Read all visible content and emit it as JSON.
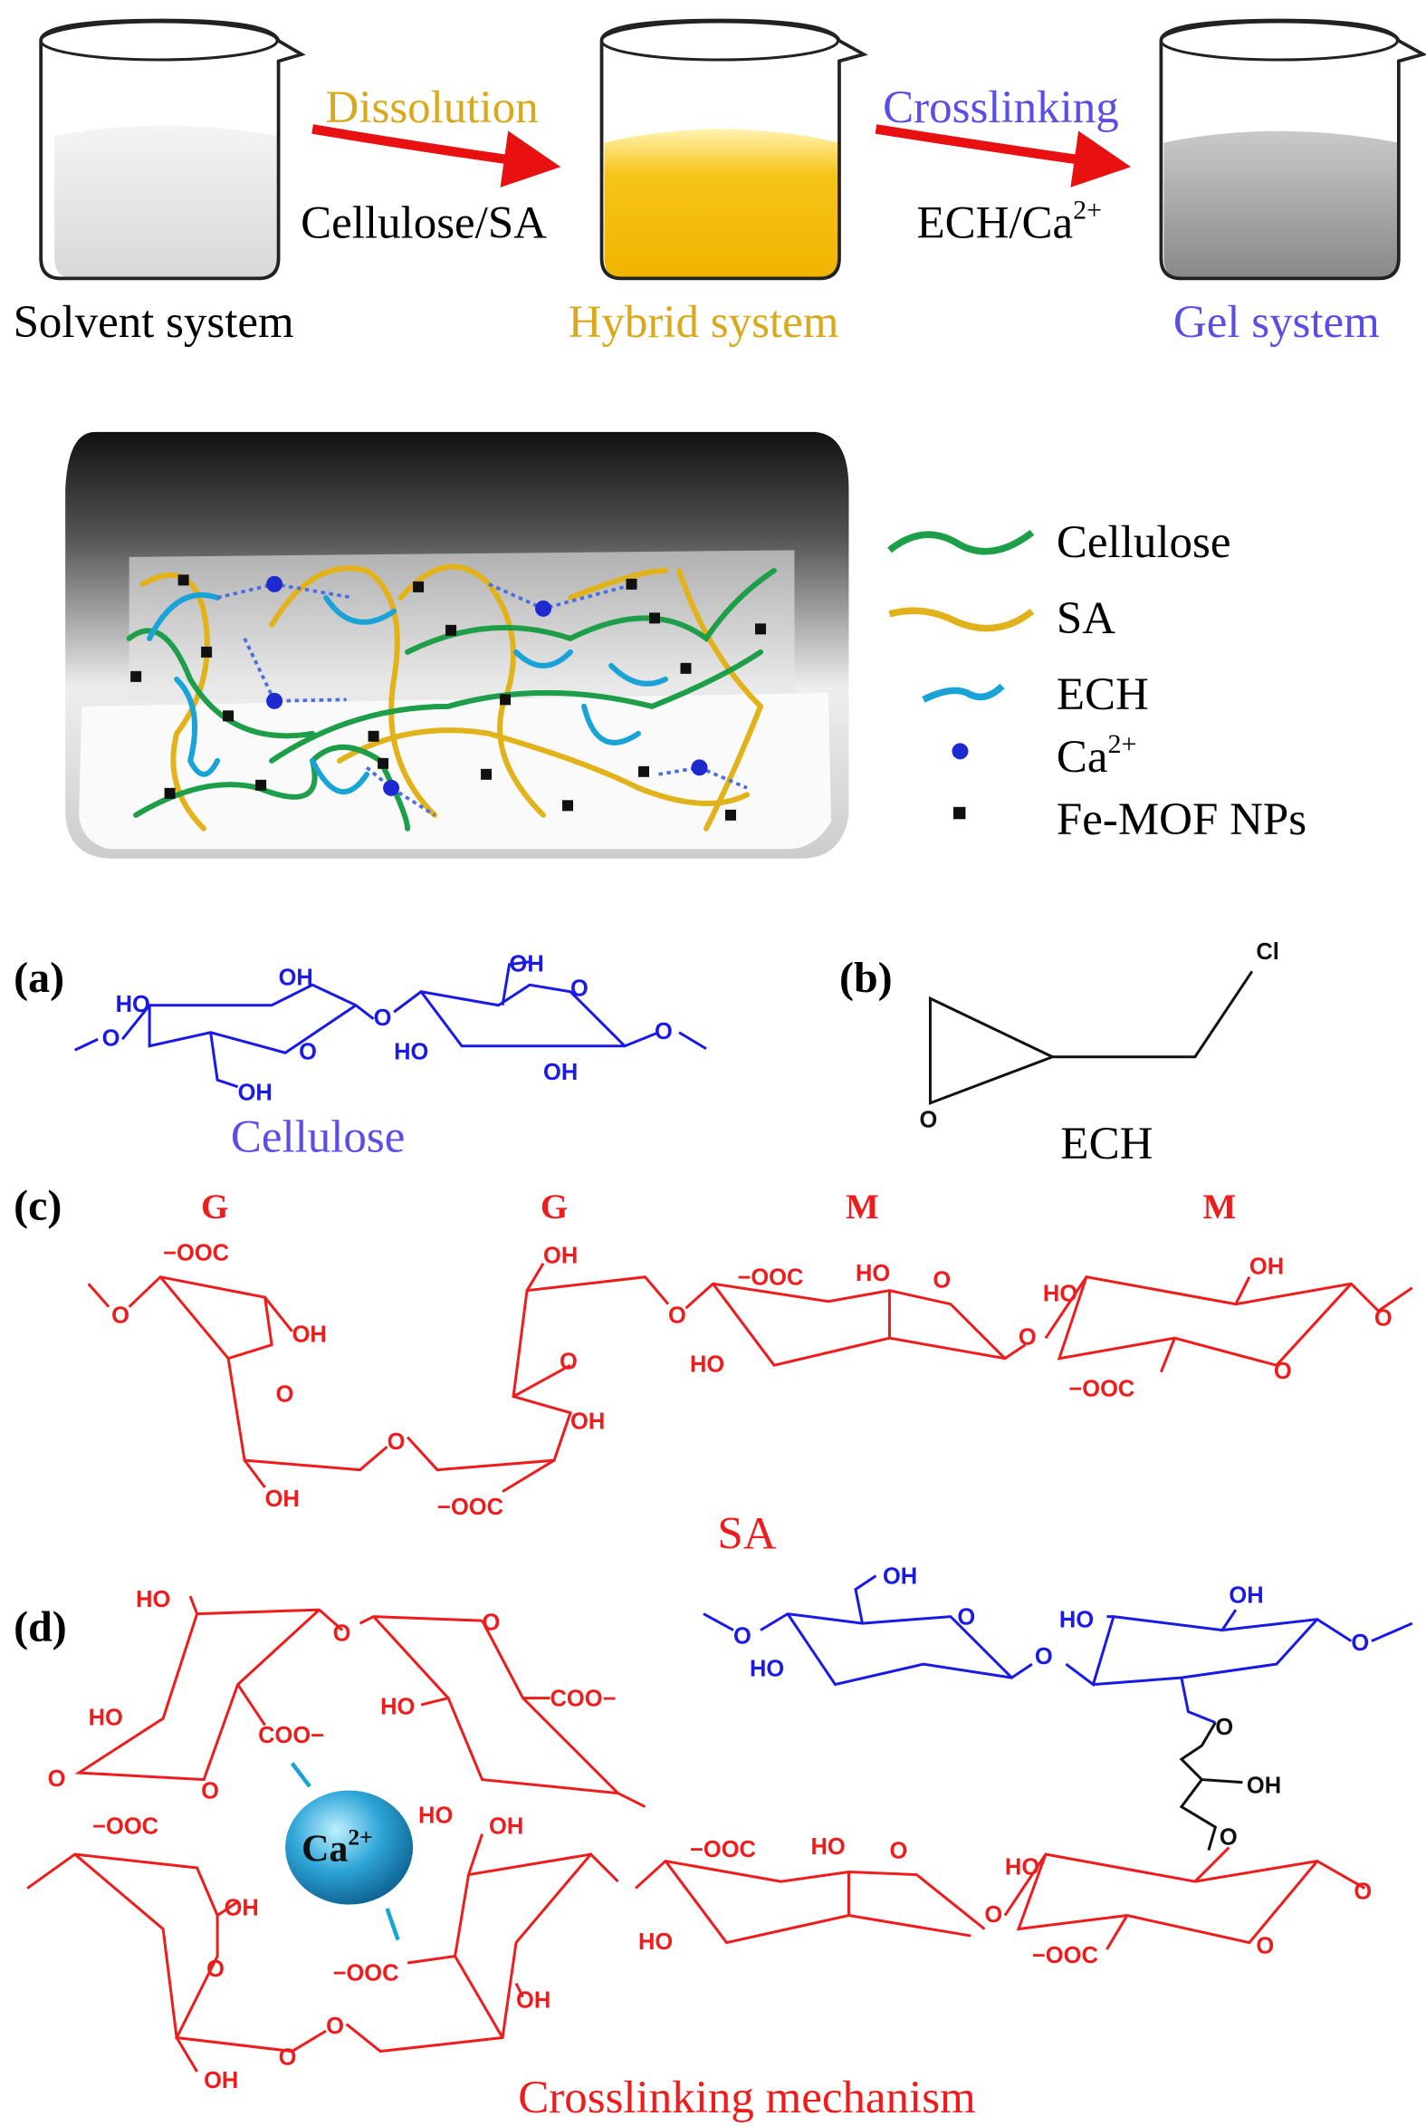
{
  "colors": {
    "gold": "#d9a81c",
    "purple": "#5a4ee6",
    "red": "#ee1c1c",
    "blue": "#1a1ae6",
    "cellulose_chain": "#1e9e48",
    "sa_chain": "#e2b21a",
    "ech_chain": "#1aa3d6",
    "ca_ion": "#1c2ad0"
  },
  "process": {
    "step1_label": "Dissolution",
    "step1_reagent": "Cellulose/SA",
    "step2_label": "Crosslinking",
    "step2_reagent": "ECH/Ca",
    "step2_reagent_sup": "2+",
    "beaker1_label": "Solvent system",
    "beaker2_label": "Hybrid system",
    "beaker3_label": "Gel system"
  },
  "legend": {
    "cellulose": "Cellulose",
    "sa": "SA",
    "ech": "ECH",
    "ca": "Ca",
    "ca_sup": "2+",
    "femof": "Fe-MOF NPs"
  },
  "panels": {
    "a": "(a)",
    "b": "(b)",
    "c": "(c)",
    "d": "(d)",
    "cellulose_title": "Cellulose",
    "ech_title": "ECH",
    "sa_title": "SA",
    "crosslink_title": "Crosslinking mechanism",
    "units": [
      "G",
      "G",
      "M",
      "M"
    ],
    "ca_center": "Ca",
    "ca_center_sup": "2+"
  },
  "atoms_a": [
    "HO",
    "OH",
    "O",
    "OH",
    "O",
    "O",
    "O",
    "HO",
    "OH",
    "O",
    "OH"
  ],
  "atoms_b": [
    "Cl",
    "O"
  ],
  "atoms_c": [
    "O",
    "−OOC",
    "OH",
    "O",
    "OH",
    "O",
    "OH",
    "O",
    "OH",
    "−OOC",
    "O",
    "−OOC",
    "HO",
    "O",
    "HO",
    "O",
    "HO",
    "OH",
    "O",
    "−OOC",
    "O"
  ],
  "atoms_d": [
    "HO",
    "O",
    "O",
    "HO",
    "COO−",
    "HO",
    "COO−",
    "O",
    "O",
    "HO",
    "OH",
    "−OOC",
    "OH",
    "O",
    "−OOC",
    "OH",
    "O",
    "OH",
    "O",
    "OH",
    "O",
    "O",
    "HO",
    "O",
    "HO",
    "OH",
    "O",
    "O",
    "OH",
    "O",
    "−OOC",
    "HO",
    "O",
    "HO",
    "O",
    "HO",
    "O",
    "−OOC",
    "O"
  ]
}
